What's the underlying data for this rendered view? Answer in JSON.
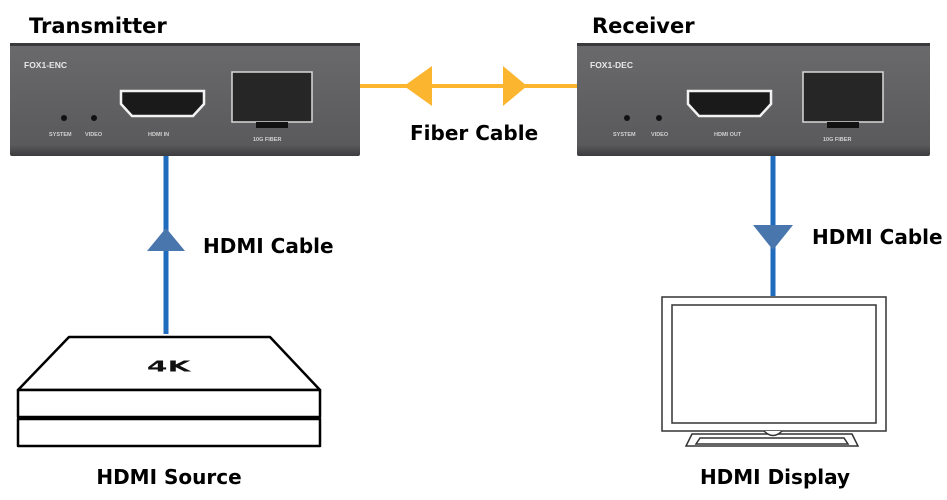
{
  "title_left": "Transmitter",
  "title_right": "Receiver",
  "transmitter": {
    "model": "FOX1-ENC",
    "led_labels": [
      "SYSTEM",
      "VIDEO"
    ],
    "hdmi_port_label": "HDMI IN",
    "fiber_port_label": "10G FIBER"
  },
  "receiver": {
    "model": "FOX1-DEC",
    "led_labels": [
      "SYSTEM",
      "VIDEO"
    ],
    "hdmi_port_label": "HDMI OUT",
    "fiber_port_label": "10G FIBER"
  },
  "fiber_cable_label": "Fiber Cable",
  "hdmi_cable_left_label": "HDMI Cable",
  "hdmi_cable_right_label": "HDMI Cable",
  "source_badge": "4K",
  "source_label": "HDMI Source",
  "display_label": "HDMI Display",
  "colors": {
    "fiber": "#FBB52F",
    "hdmi": "#1F6BBE",
    "hdmi_arrow": "#4A76AE",
    "device_body": "#5d5d5f"
  }
}
